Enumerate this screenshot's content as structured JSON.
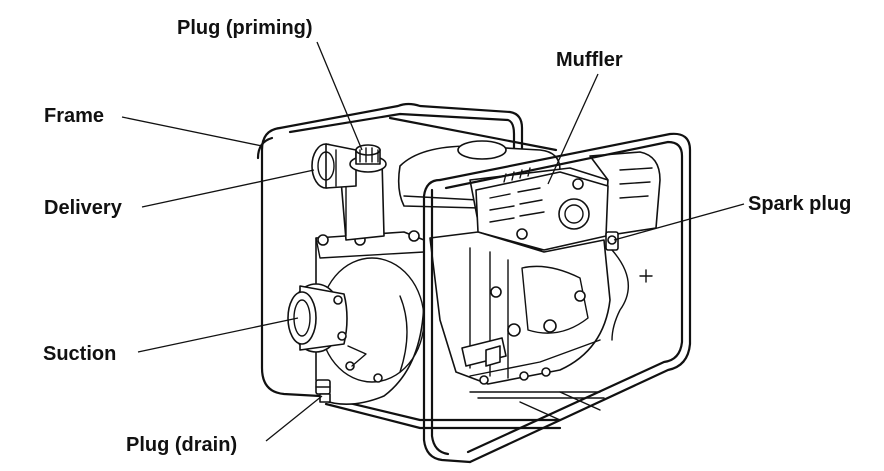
{
  "labels": {
    "plug_priming": "Plug (priming)",
    "muffler": "Muffler",
    "frame": "Frame",
    "delivery": "Delivery",
    "spark_plug": "Spark plug",
    "suction": "Suction",
    "plug_drain": "Plug (drain)"
  },
  "icons": [
    "water-pump-illustration"
  ]
}
